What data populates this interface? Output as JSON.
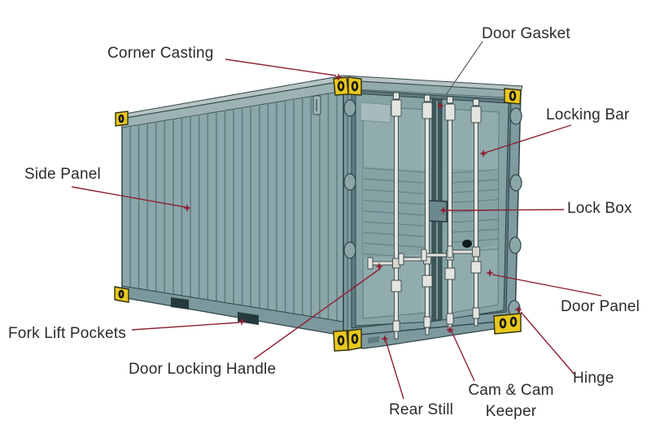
{
  "diagram": {
    "labels": {
      "corner_casting": "Corner Casting",
      "door_gasket": "Door Gasket",
      "locking_bar": "Locking Bar",
      "side_panel": "Side Panel",
      "lock_box": "Lock Box",
      "door_panel": "Door Panel",
      "fork_lift_pockets": "Fork Lift Pockets",
      "door_locking_handle": "Door Locking Handle",
      "hinge": "Hinge",
      "cam_cam_keeper": "Cam & Cam Keeper",
      "rear_still": "Rear Still"
    },
    "colors": {
      "container_side": "#8ba7aa",
      "container_front": "#7e9b9f",
      "container_roof": "#b6c4c4",
      "corner_casting_yellow": "#e8c71e",
      "leader_line": "#8e2133",
      "label_text": "#2b2b2b",
      "background": "#ffffff"
    }
  }
}
